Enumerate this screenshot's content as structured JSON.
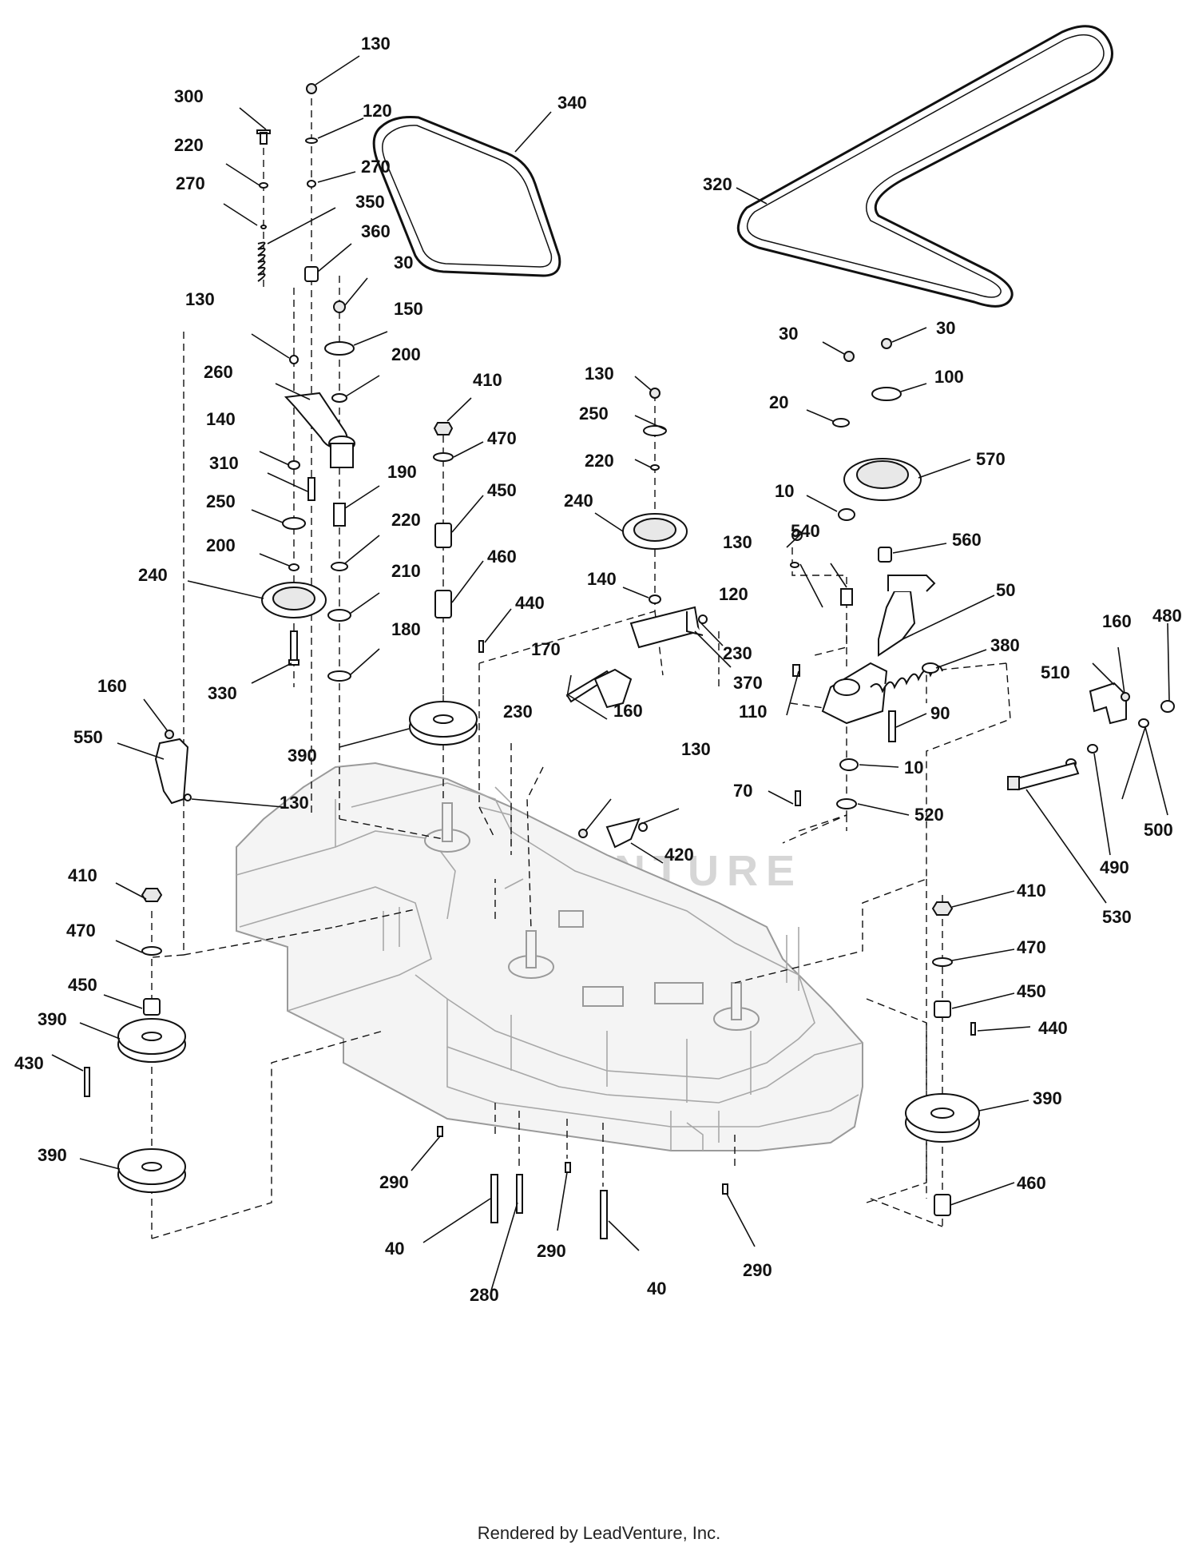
{
  "footer_text": "Rendered by LeadVenture, Inc.",
  "watermark_text": "LEADVENTURE",
  "callouts": [
    {
      "id": "c1",
      "label": "130"
    },
    {
      "id": "c2",
      "label": "300"
    },
    {
      "id": "c3",
      "label": "120"
    },
    {
      "id": "c4",
      "label": "220"
    },
    {
      "id": "c5",
      "label": "270"
    },
    {
      "id": "c6",
      "label": "270"
    },
    {
      "id": "c7",
      "label": "350"
    },
    {
      "id": "c8",
      "label": "360"
    },
    {
      "id": "c9",
      "label": "30"
    },
    {
      "id": "c10",
      "label": "130"
    },
    {
      "id": "c11",
      "label": "150"
    },
    {
      "id": "c12",
      "label": "260"
    },
    {
      "id": "c13",
      "label": "200"
    },
    {
      "id": "c14",
      "label": "140"
    },
    {
      "id": "c15",
      "label": "310"
    },
    {
      "id": "c16",
      "label": "190"
    },
    {
      "id": "c17",
      "label": "250"
    },
    {
      "id": "c18",
      "label": "220"
    },
    {
      "id": "c19",
      "label": "200"
    },
    {
      "id": "c20",
      "label": "240"
    },
    {
      "id": "c21",
      "label": "210"
    },
    {
      "id": "c22",
      "label": "180"
    },
    {
      "id": "c23",
      "label": "330"
    },
    {
      "id": "c24",
      "label": "340"
    },
    {
      "id": "c25",
      "label": "320"
    },
    {
      "id": "c26",
      "label": "410"
    },
    {
      "id": "c27",
      "label": "470"
    },
    {
      "id": "c28",
      "label": "450"
    },
    {
      "id": "c29",
      "label": "460"
    },
    {
      "id": "c30",
      "label": "440"
    },
    {
      "id": "c31",
      "label": "390"
    },
    {
      "id": "c32",
      "label": "130"
    },
    {
      "id": "c33",
      "label": "250"
    },
    {
      "id": "c34",
      "label": "220"
    },
    {
      "id": "c35",
      "label": "240"
    },
    {
      "id": "c36",
      "label": "140"
    },
    {
      "id": "c37",
      "label": "170"
    },
    {
      "id": "c38",
      "label": "230"
    },
    {
      "id": "c39",
      "label": "370"
    },
    {
      "id": "c40",
      "label": "230"
    },
    {
      "id": "c41",
      "label": "160"
    },
    {
      "id": "c42",
      "label": "130"
    },
    {
      "id": "c43",
      "label": "420"
    },
    {
      "id": "c44",
      "label": "30"
    },
    {
      "id": "c45",
      "label": "30"
    },
    {
      "id": "c46",
      "label": "100"
    },
    {
      "id": "c47",
      "label": "20"
    },
    {
      "id": "c48",
      "label": "570"
    },
    {
      "id": "c49",
      "label": "10"
    },
    {
      "id": "c50",
      "label": "560"
    },
    {
      "id": "c51",
      "label": "130"
    },
    {
      "id": "c52",
      "label": "540"
    },
    {
      "id": "c53",
      "label": "120"
    },
    {
      "id": "c54",
      "label": "50"
    },
    {
      "id": "c55",
      "label": "380"
    },
    {
      "id": "c56",
      "label": "110"
    },
    {
      "id": "c57",
      "label": "90"
    },
    {
      "id": "c58",
      "label": "10"
    },
    {
      "id": "c59",
      "label": "70"
    },
    {
      "id": "c60",
      "label": "520"
    },
    {
      "id": "c61",
      "label": "160"
    },
    {
      "id": "c62",
      "label": "480"
    },
    {
      "id": "c63",
      "label": "510"
    },
    {
      "id": "c64",
      "label": "500"
    },
    {
      "id": "c65",
      "label": "490"
    },
    {
      "id": "c66",
      "label": "530"
    },
    {
      "id": "c67",
      "label": "160"
    },
    {
      "id": "c68",
      "label": "550"
    },
    {
      "id": "c69",
      "label": "130"
    },
    {
      "id": "c70",
      "label": "410"
    },
    {
      "id": "c71",
      "label": "470"
    },
    {
      "id": "c72",
      "label": "450"
    },
    {
      "id": "c73",
      "label": "390"
    },
    {
      "id": "c74",
      "label": "430"
    },
    {
      "id": "c75",
      "label": "390"
    },
    {
      "id": "c76",
      "label": "410"
    },
    {
      "id": "c77",
      "label": "470"
    },
    {
      "id": "c78",
      "label": "450"
    },
    {
      "id": "c79",
      "label": "440"
    },
    {
      "id": "c80",
      "label": "390"
    },
    {
      "id": "c81",
      "label": "460"
    },
    {
      "id": "c82",
      "label": "290"
    },
    {
      "id": "c83",
      "label": "40"
    },
    {
      "id": "c84",
      "label": "280"
    },
    {
      "id": "c85",
      "label": "290"
    },
    {
      "id": "c86",
      "label": "40"
    },
    {
      "id": "c87",
      "label": "290"
    }
  ]
}
